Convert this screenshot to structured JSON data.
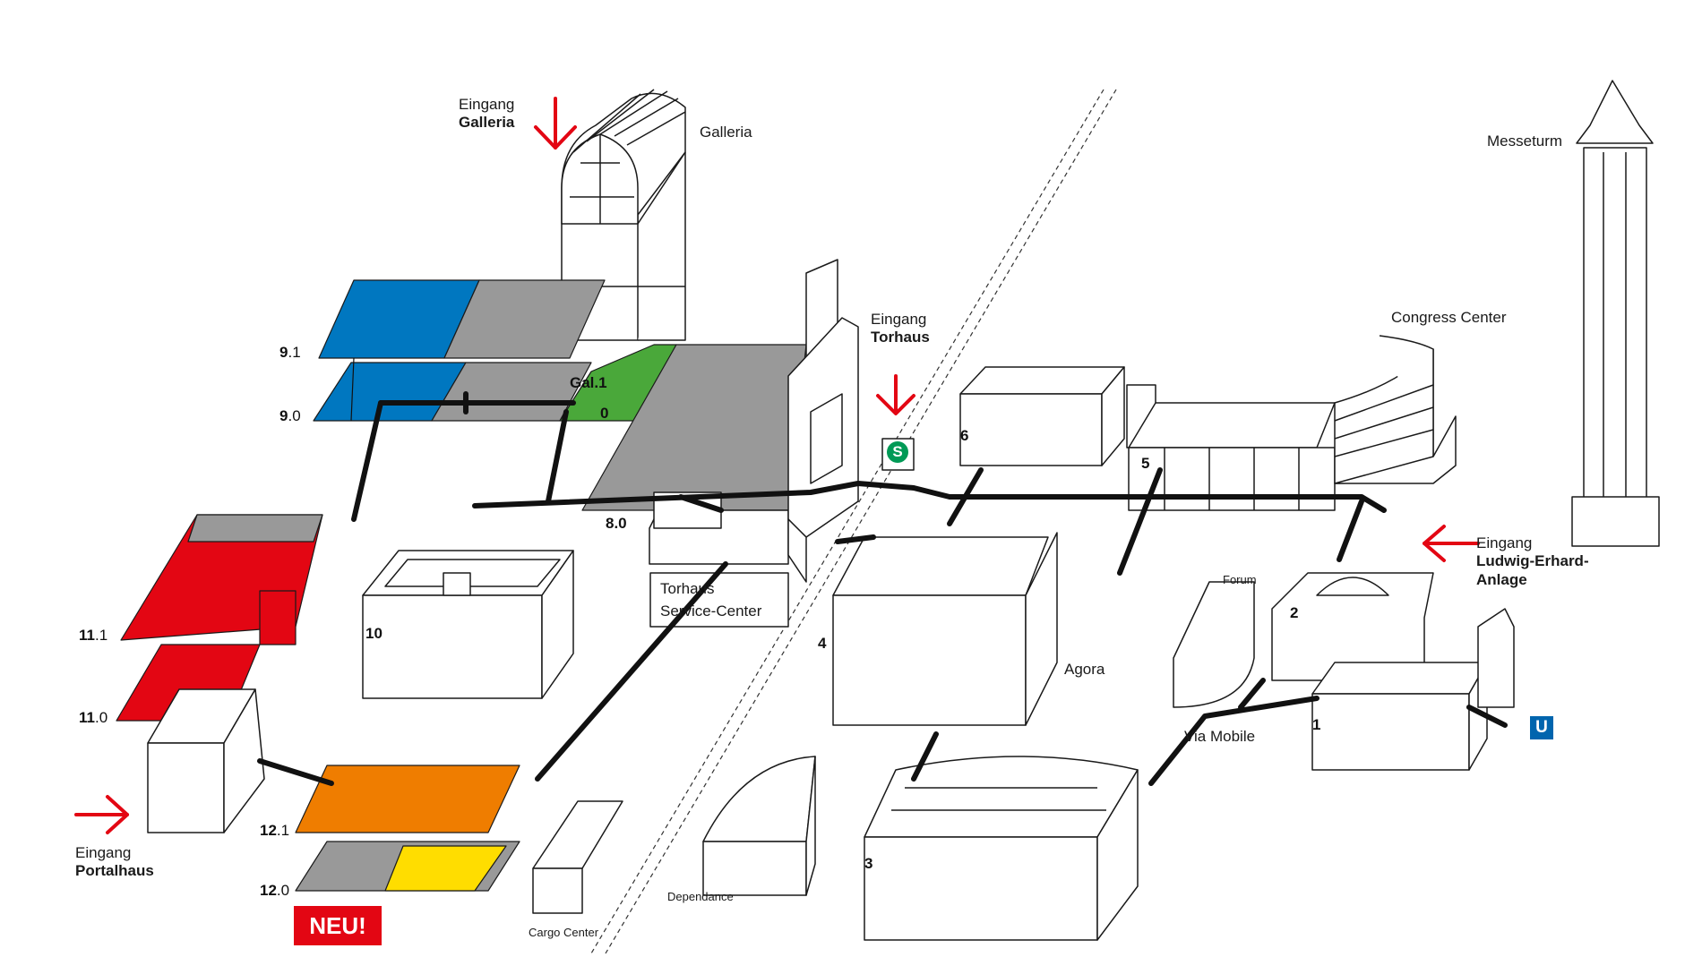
{
  "buildings": {
    "galleria": "Galleria",
    "messeturm": "Messeturm",
    "congress_center": "Congress Center",
    "torhaus_service_center": [
      "Torhaus",
      "Service-Center"
    ],
    "agora": "Agora",
    "forum": "Forum",
    "via_mobile": "Via Mobile",
    "dependance": "Dependance",
    "cargo_center": "Cargo Center"
  },
  "entrances": {
    "galleria": {
      "word": "Eingang",
      "name": "Galleria"
    },
    "torhaus": {
      "word": "Eingang",
      "name": "Torhaus"
    },
    "ludwig_erhard": {
      "word": "Eingang",
      "name": [
        "Ludwig-Erhard-",
        "Anlage"
      ]
    },
    "portalhaus": {
      "word": "Eingang",
      "name": "Portalhaus"
    }
  },
  "halls": {
    "h1": "1",
    "h2": "2",
    "h3": "3",
    "h4": "4",
    "h5": "5",
    "h6": "6",
    "h10": "10",
    "gal1": "Gal.1",
    "h0": "0",
    "h8_0": "8.0"
  },
  "levels": {
    "l9_1": {
      "main": "9",
      "sub": ".1"
    },
    "l9_0": {
      "main": "9",
      "sub": ".0"
    },
    "l11_1": {
      "main": "11",
      "sub": ".1"
    },
    "l11_0": {
      "main": "11",
      "sub": ".0"
    },
    "l12_1": {
      "main": "12",
      "sub": ".1"
    },
    "l12_0": {
      "main": "12",
      "sub": ".0"
    }
  },
  "badges": {
    "neu": "NEU!",
    "s_bahn": "S",
    "u_bahn": "U"
  },
  "colors": {
    "hall9_blue": "#0077c0",
    "hall_grey": "#999999",
    "hall0_green": "#4aa83a",
    "hall11_red": "#e30613",
    "hall12_orange": "#ef7d00",
    "hall12_yellow": "#ffdd00",
    "entrance_arrow_red": "#e30613",
    "s_bahn_green": "#009a56",
    "u_bahn_blue": "#0065ae"
  },
  "icons": {
    "entrance_arrow": "arrow-icon",
    "s_bahn": "s-bahn-icon",
    "u_bahn": "u-bahn-icon"
  }
}
